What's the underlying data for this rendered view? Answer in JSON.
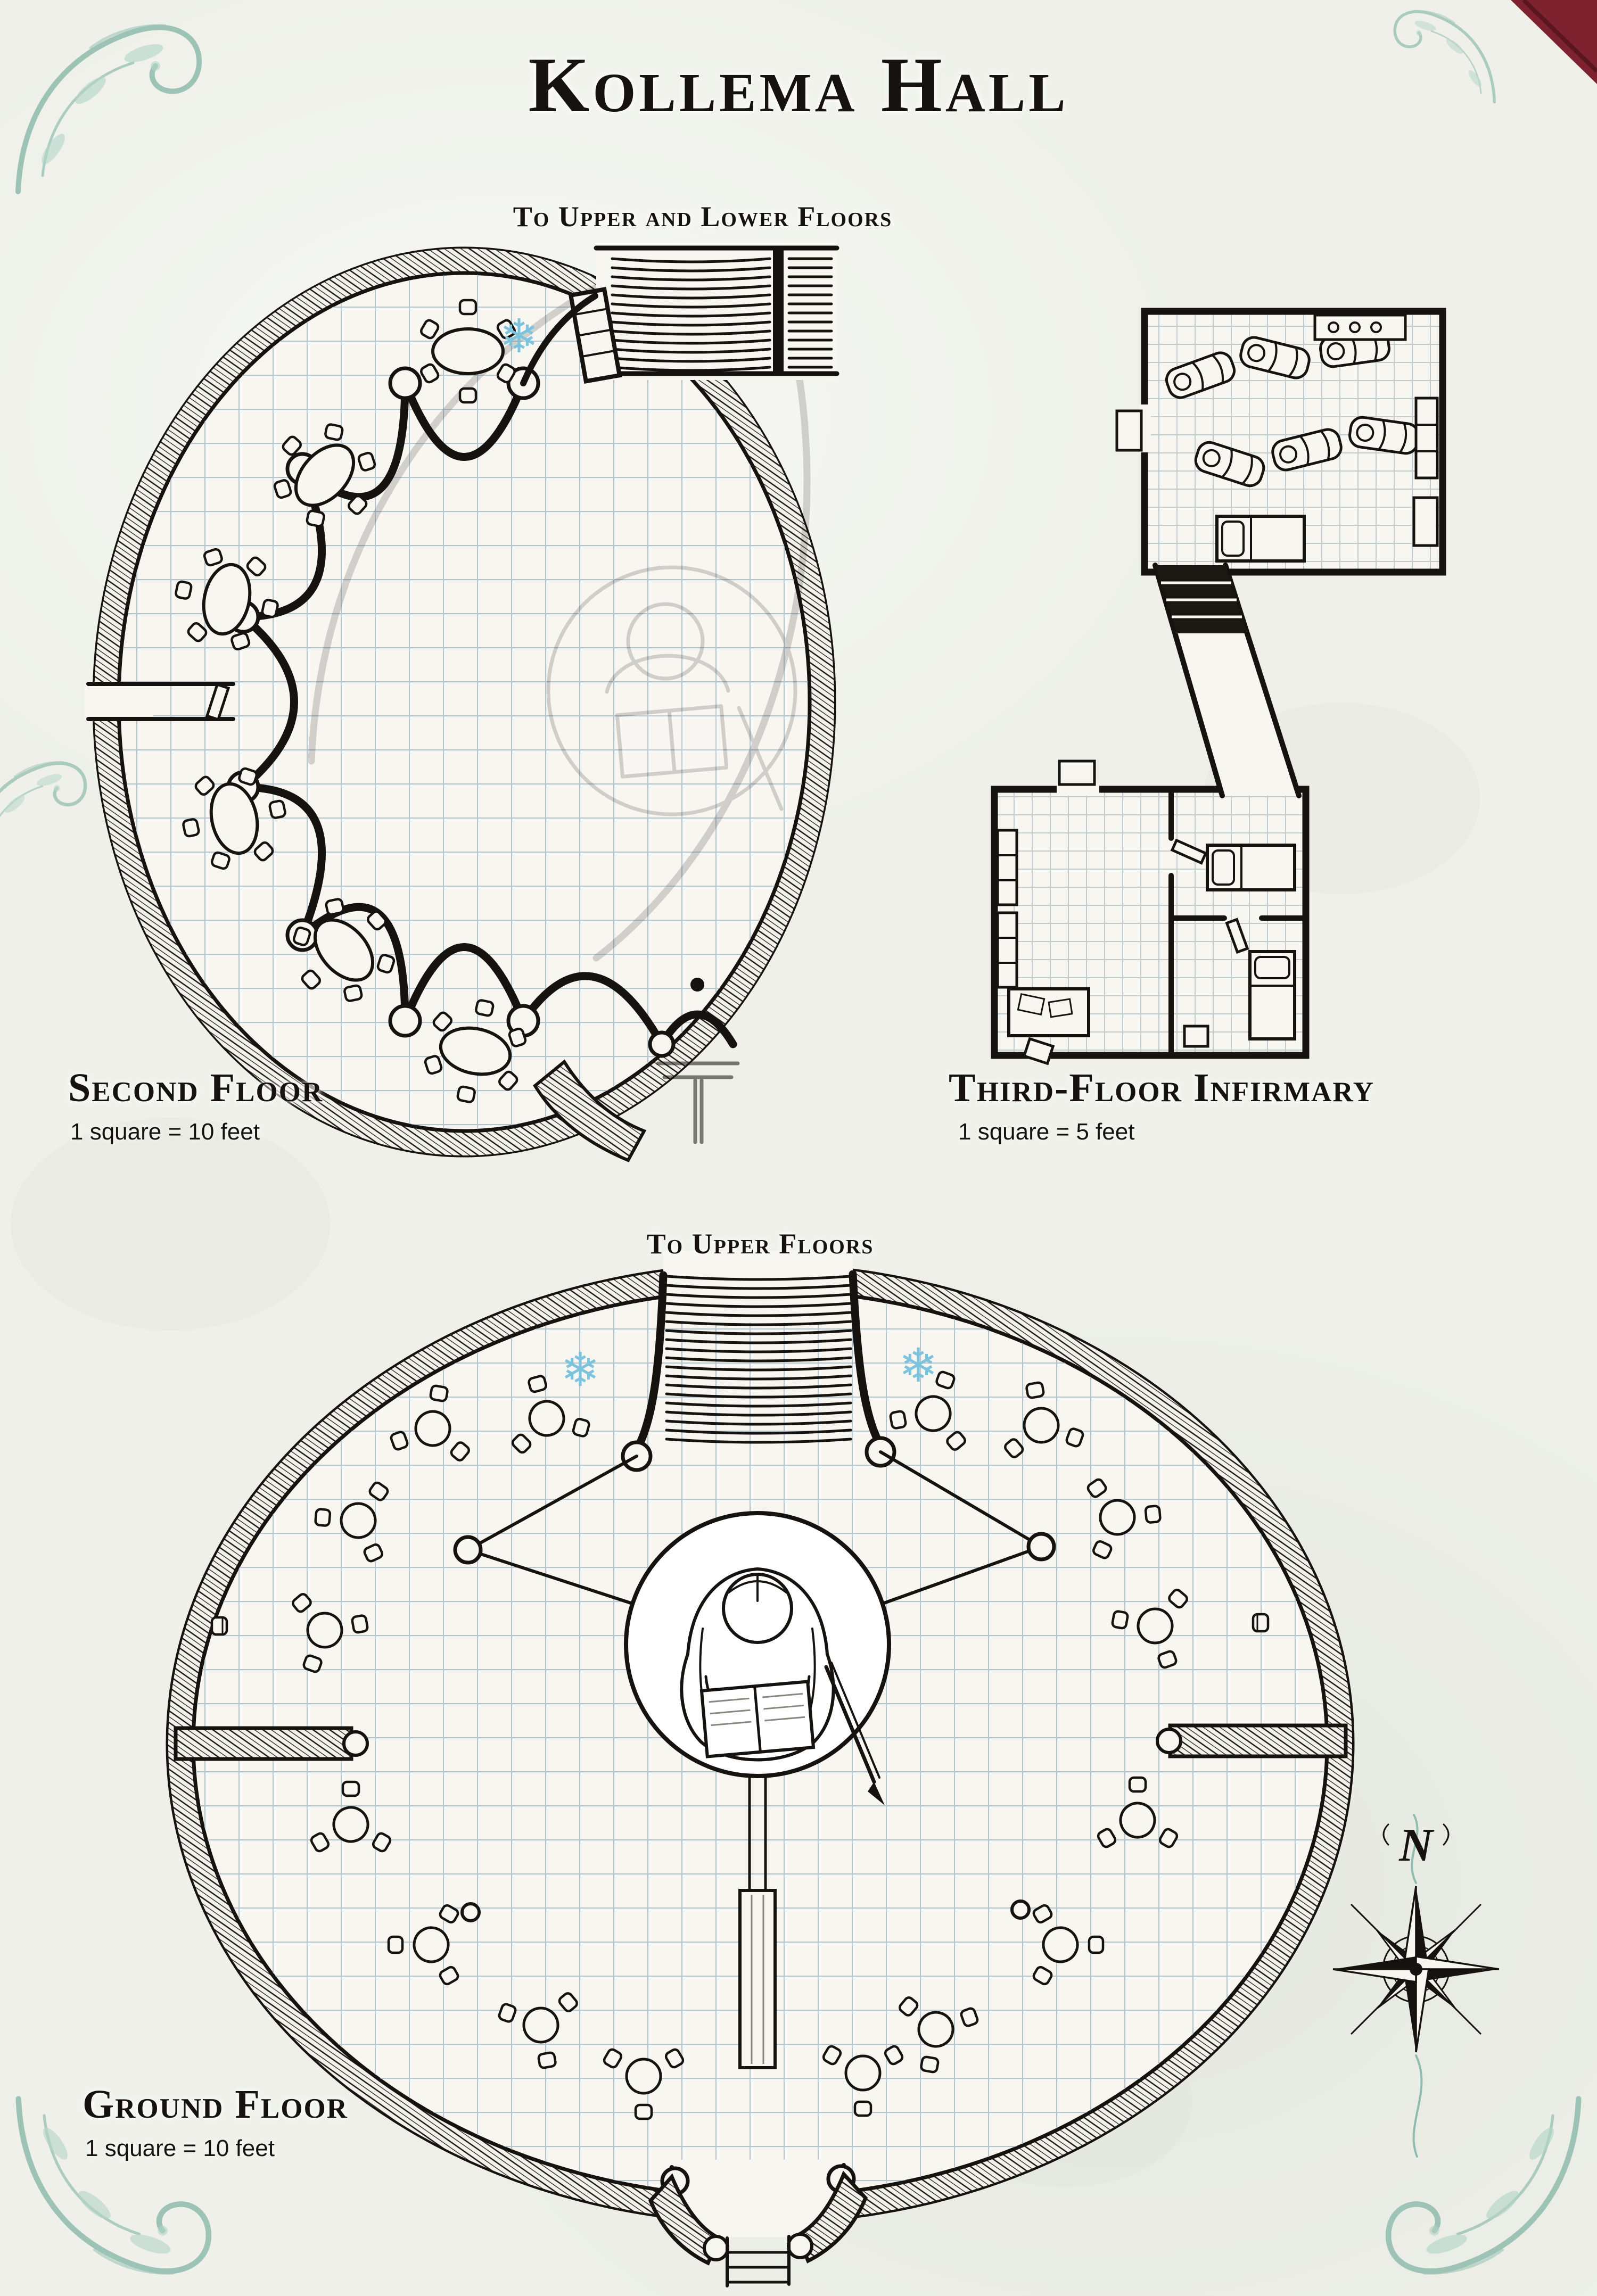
{
  "page": {
    "title": "Kollema Hall",
    "background": "#eef0e9",
    "ink": "#15120f",
    "floor": "#f7f6f1",
    "grid": "#b7c3c9",
    "teal_accent": "#8fbcae",
    "red_accent": "#7e2230",
    "snowflake_blue": "#7cc4de"
  },
  "second_floor": {
    "stairs_label": "To Upper and Lower Floors",
    "name": "Second Floor",
    "scale": "1 square = 10 feet",
    "features": [
      "oval tables with chairs",
      "scalloped alcove wall with pillars",
      "curved grand staircase",
      "ghosted reader figure from floor below",
      "west door",
      "balcony lectern",
      "snowflake marker"
    ]
  },
  "infirmary": {
    "name": "Third-Floor Infirmary",
    "scale": "1 square = 5 feet",
    "features": [
      "six bedrolls",
      "three beds",
      "wall shelves",
      "desk with papers and stool",
      "descending stair corridor",
      "two private rooms"
    ]
  },
  "ground_floor": {
    "stairs_label": "To Upper Floors",
    "name": "Ground Floor",
    "scale": "1 square = 10 feet",
    "features": [
      "round tables with chairs",
      "central reader statue in circle",
      "rope-lined approach from stairs",
      "banner runner",
      "south entrance with pillars",
      "snowflake markers"
    ]
  },
  "compass": {
    "north": "N"
  },
  "icons": {
    "snowflake": "❄"
  }
}
